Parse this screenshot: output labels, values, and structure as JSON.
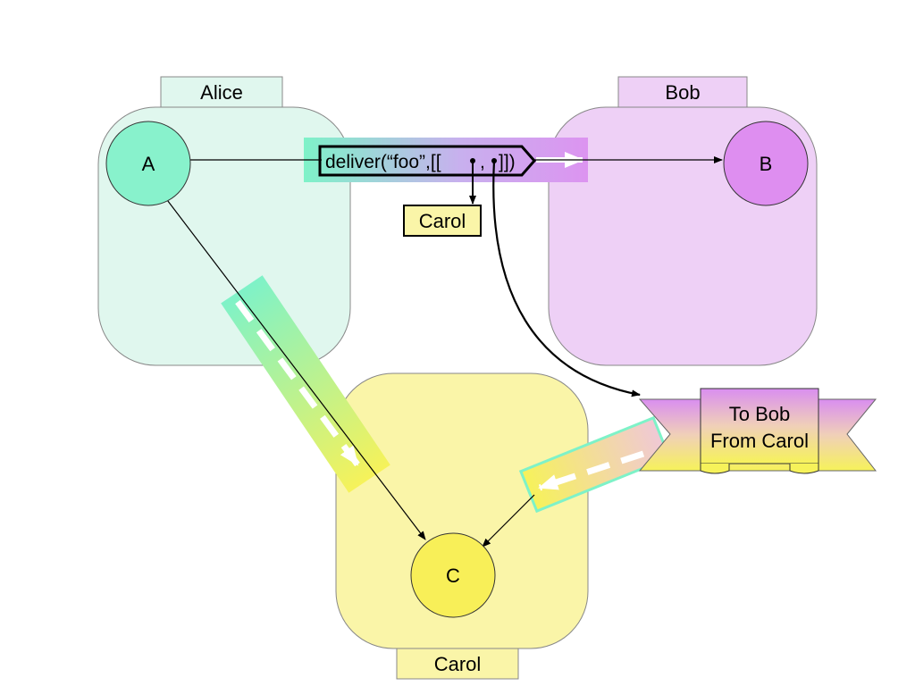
{
  "vats": {
    "alice": {
      "tab_label": "Alice",
      "object_label": "A",
      "color": "#e0f7ee",
      "object_color": "#88f2cc",
      "tab_color": "#e0f7ee"
    },
    "bob": {
      "tab_label": "Bob",
      "object_label": "B",
      "color": "#eed0f6",
      "object_color": "#de8ef0",
      "tab_color": "#eed0f6"
    },
    "carol": {
      "tab_label": "Carol",
      "object_label": "C",
      "color": "#faf5a8",
      "object_color": "#f8ef58",
      "tab_color": "#faf5a8"
    }
  },
  "message": {
    "text_prefix": "deliver(“foo”,[[",
    "text_sep": ",",
    "text_suffix": "]])"
  },
  "carol_ref_box": {
    "label": "Carol"
  },
  "banner": {
    "line1": "To Bob",
    "line2": "From Carol"
  },
  "colors": {
    "green_pipe": "#7ef2c8",
    "purple_pipe": "#dc94f0",
    "yellow_pipe": "#f6f25a"
  }
}
